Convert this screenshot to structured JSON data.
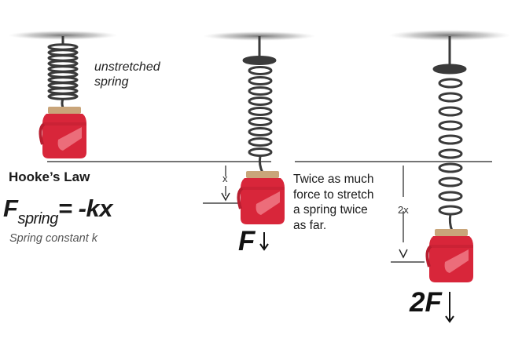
{
  "labels": {
    "unstretched": "unstretched\nspring",
    "title": "Hooke’s Law",
    "formula_symbol": "F",
    "formula_subscript": "spring",
    "formula_rhs": "= -kx",
    "spring_constant": "Spring constant k",
    "description": "Twice as much\nforce to stretch\na spring twice\nas far.",
    "displacement_1": "x",
    "displacement_2": "2x",
    "force_1": "F",
    "force_2": "2F"
  },
  "colors": {
    "spring": "#3a3a3a",
    "jar_body": "#d8263a",
    "jar_highlight": "#f07a86",
    "jar_lid": "#c9a57a",
    "lines": "#222222"
  }
}
